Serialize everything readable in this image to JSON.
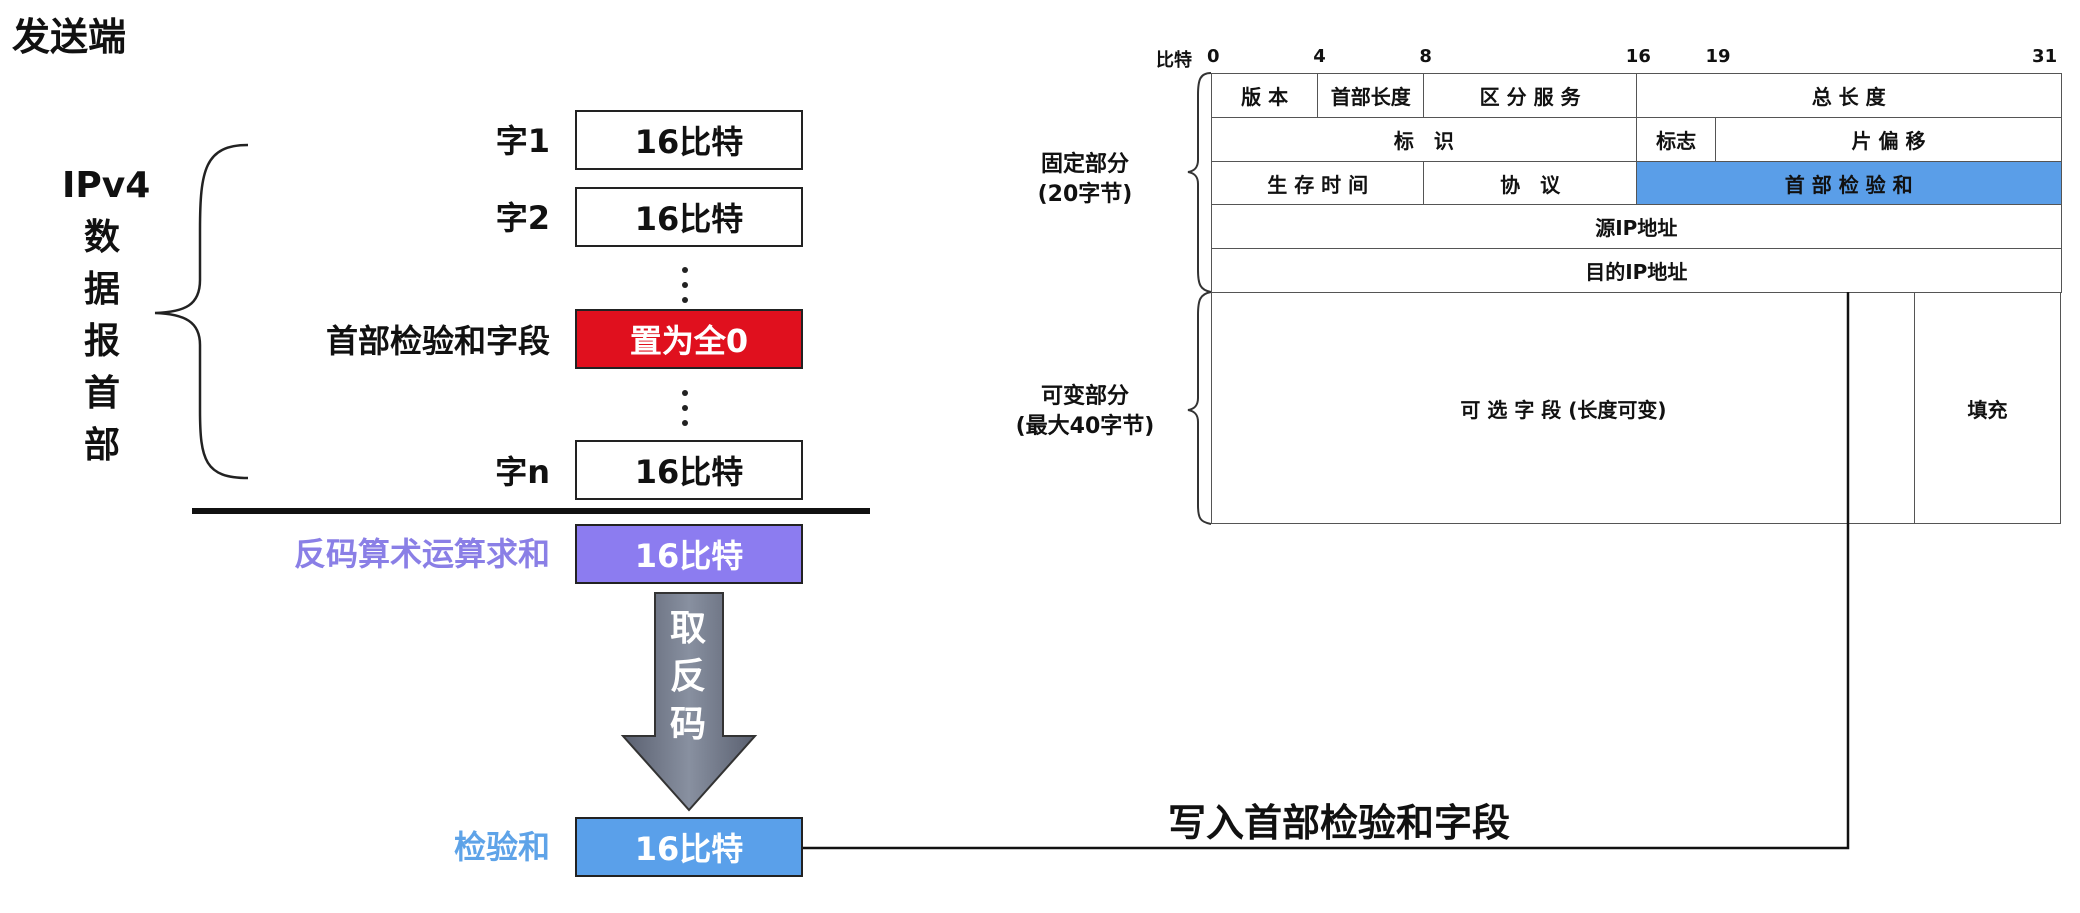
{
  "title": "发送端",
  "header_label": "IPv4数据报首部",
  "header_label_chars": [
    "IPv4",
    "数",
    "据",
    "报",
    "首",
    "部"
  ],
  "words": [
    {
      "label": "字1",
      "value": "16比特"
    },
    {
      "label": "字2",
      "value": "16比特"
    },
    {
      "label": "首部检验和字段",
      "value": "置为全0"
    },
    {
      "label": "字n",
      "value": "16比特"
    }
  ],
  "sum": {
    "label": "反码算术运算求和",
    "value": "16比特"
  },
  "complement": {
    "chars": [
      "取",
      "反",
      "码"
    ]
  },
  "checksum": {
    "label": "检验和",
    "value": "16比特"
  },
  "write_label": "写入首部检验和字段",
  "colors": {
    "red": "#e0101e",
    "purple": "#8c7cf0",
    "blue": "#5aa0ea",
    "purple_text": "#8a7fe6",
    "blue_text": "#5ea3e8"
  },
  "ip_header": {
    "bits_label": "比特",
    "bit_ticks": [
      "0",
      "4",
      "8",
      "16",
      "19",
      "31"
    ],
    "fixed_label": [
      "固定部分",
      "(20字节)"
    ],
    "variable_label": [
      "可变部分",
      "(最大40字节)"
    ],
    "rows": [
      [
        {
          "text": "版 本",
          "from": 0,
          "to": 4
        },
        {
          "text": "首部长度",
          "from": 4,
          "to": 8
        },
        {
          "text": "区 分 服 务",
          "from": 8,
          "to": 16
        },
        {
          "text": "总 长 度",
          "from": 16,
          "to": 32
        }
      ],
      [
        {
          "text": "标　识",
          "from": 0,
          "to": 16
        },
        {
          "text": "标志",
          "from": 16,
          "to": 19
        },
        {
          "text": "片 偏 移",
          "from": 19,
          "to": 32
        }
      ],
      [
        {
          "text": "生 存 时 间",
          "from": 0,
          "to": 8
        },
        {
          "text": "协　议",
          "from": 8,
          "to": 16
        },
        {
          "text": "首 部 检 验 和",
          "from": 16,
          "to": 32,
          "highlight": true
        }
      ],
      [
        {
          "text": "源IP地址",
          "from": 0,
          "to": 32
        }
      ],
      [
        {
          "text": "目的IP地址",
          "from": 0,
          "to": 32
        }
      ]
    ],
    "options": "可 选 字 段 (长度可变)",
    "padding": "填充"
  }
}
